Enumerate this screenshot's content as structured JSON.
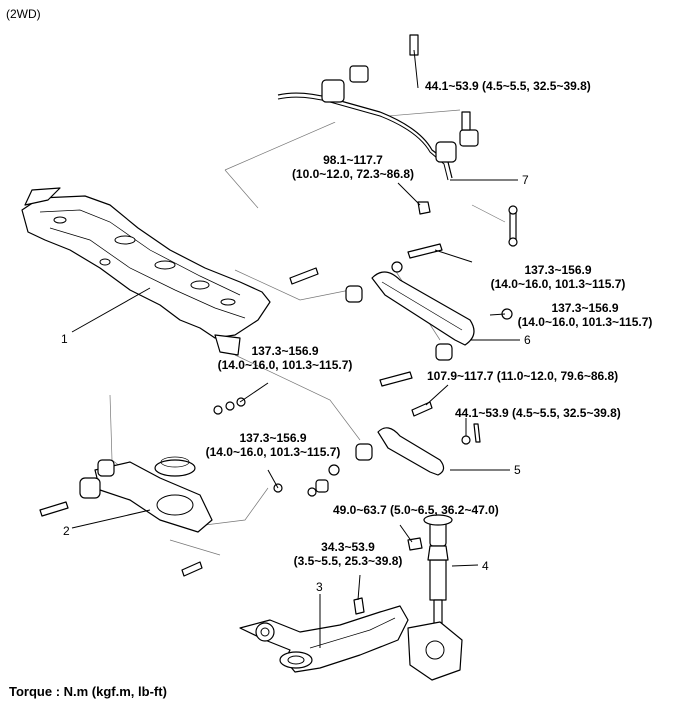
{
  "diagram": {
    "variant_label": "(2WD)",
    "footer": "Torque : N.m (kgf.m,  lb-ft)",
    "part_numbers": [
      "1",
      "2",
      "3",
      "4",
      "5",
      "6",
      "7"
    ],
    "torque_specs": {
      "stabilizer_bracket": {
        "line1": "44.1~53.9 (4.5~5.5, 32.5~39.8)"
      },
      "stabilizer_link_nut": {
        "line1": "98.1~117.7",
        "line2": "(10.0~12.0, 72.3~86.8)"
      },
      "upper_arm_bolt": {
        "line1": "137.3~156.9",
        "line2": "(14.0~16.0, 101.3~115.7)"
      },
      "upper_arm_nut": {
        "line1": "137.3~156.9",
        "line2": "(14.0~16.0, 101.3~115.7)"
      },
      "lower_arm_front": {
        "line1": "137.3~156.9",
        "line2": "(14.0~16.0, 101.3~115.7)"
      },
      "lower_arm_rear": {
        "line1": "137.3~156.9",
        "line2": "(14.0~16.0, 101.3~115.7)"
      },
      "assist_arm_bolt": {
        "line1": "107.9~117.7 (11.0~12.0, 79.6~86.8)"
      },
      "assist_arm_nut": {
        "line1": "44.1~53.9 (4.5~5.5, 32.5~39.8)"
      },
      "shock_absorber": {
        "line1": "49.0~63.7 (5.0~6.5, 36.2~47.0)"
      },
      "trailing_arm": {
        "line1": "34.3~53.9",
        "line2": "(3.5~5.5, 25.3~39.8)"
      }
    }
  }
}
